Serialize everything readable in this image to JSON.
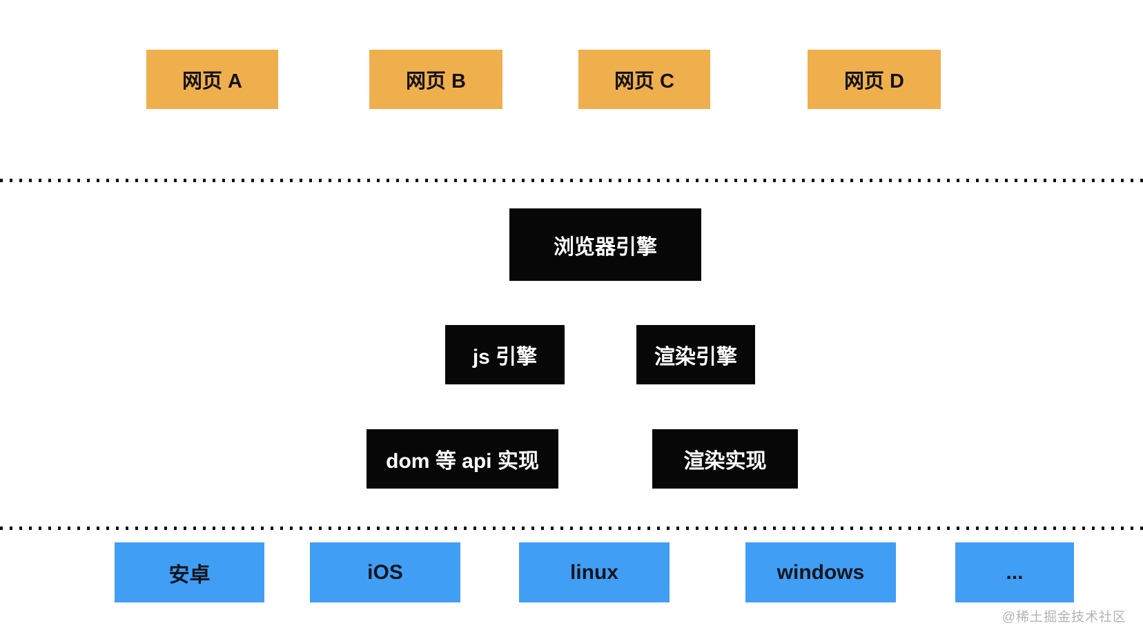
{
  "diagram": {
    "pages": [
      {
        "label": "网页 A"
      },
      {
        "label": "网页 B"
      },
      {
        "label": "网页 C"
      },
      {
        "label": "网页 D"
      }
    ],
    "browser_engine": {
      "label": "浏览器引擎"
    },
    "engines": [
      {
        "label": "js 引擎"
      },
      {
        "label": "渲染引擎"
      }
    ],
    "implementations": [
      {
        "label": "dom 等 api 实现"
      },
      {
        "label": "渲染实现"
      }
    ],
    "platforms": [
      {
        "label": "安卓"
      },
      {
        "label": "iOS"
      },
      {
        "label": "linux"
      },
      {
        "label": "windows"
      },
      {
        "label": "..."
      }
    ],
    "watermark": "@稀土掘金技术社区",
    "colors": {
      "page_fill": "#F0AF4D",
      "engine_fill": "#070707",
      "platform_fill": "#419EF5",
      "dot_color": "#111111",
      "watermark_color": "#B3B3B3"
    }
  }
}
